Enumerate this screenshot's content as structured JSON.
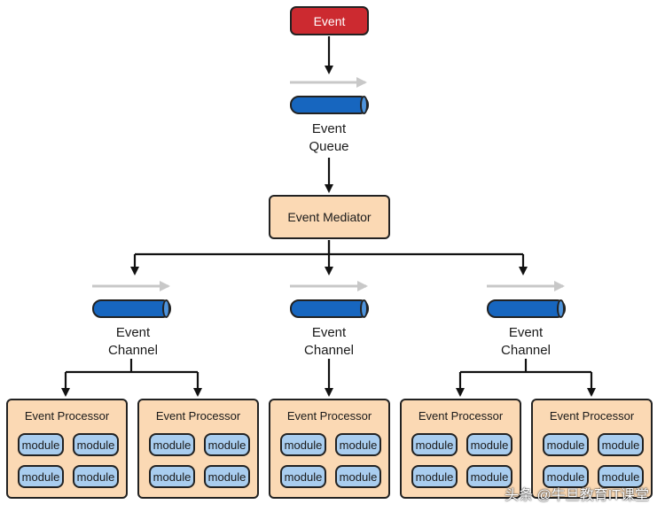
{
  "event": {
    "label": "Event"
  },
  "queue": {
    "label": "Event\nQueue"
  },
  "mediator": {
    "label": "Event Mediator"
  },
  "channels": [
    {
      "label": "Event\nChannel"
    },
    {
      "label": "Event\nChannel"
    },
    {
      "label": "Event\nChannel"
    }
  ],
  "processors": [
    {
      "title": "Event Processor",
      "modules": [
        "module",
        "module",
        "module",
        "module"
      ]
    },
    {
      "title": "Event Processor",
      "modules": [
        "module",
        "module",
        "module",
        "module"
      ]
    },
    {
      "title": "Event Processor",
      "modules": [
        "module",
        "module",
        "module",
        "module"
      ]
    },
    {
      "title": "Event Processor",
      "modules": [
        "module",
        "module",
        "module",
        "module"
      ]
    },
    {
      "title": "Event Processor",
      "modules": [
        "module",
        "module",
        "module",
        "module"
      ]
    }
  ],
  "watermark": "头条 @牛旦教育IT课堂",
  "colors": {
    "event": "#cc2a30",
    "box": "#fbd9b4",
    "module": "#a9cdef",
    "pipe": "#1766bf",
    "flow_arrow": "#c8c8c8"
  }
}
